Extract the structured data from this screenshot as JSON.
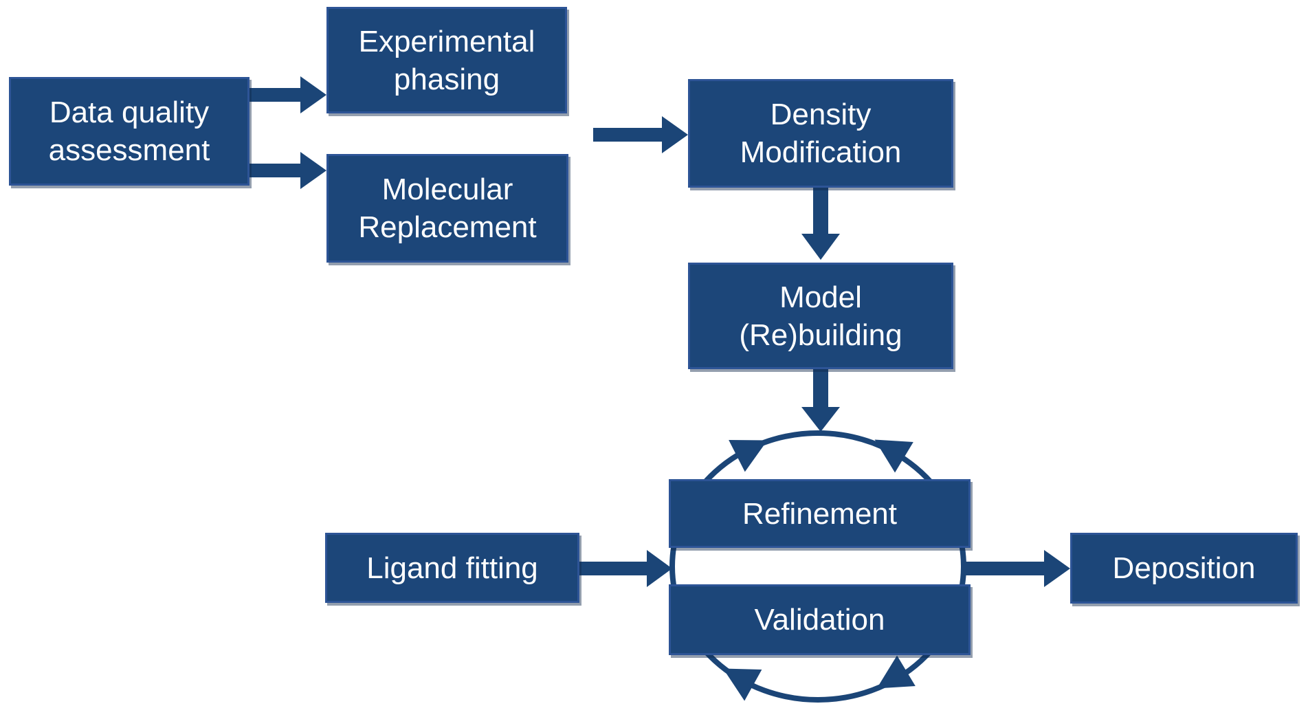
{
  "boxes": {
    "data_quality_assessment": {
      "label": "Data quality\nassessment"
    },
    "experimental_phasing": {
      "label": "Experimental\nphasing"
    },
    "molecular_replacement": {
      "label": "Molecular\nReplacement"
    },
    "density_modification": {
      "label": "Density\nModification"
    },
    "model_rebuilding": {
      "label": "Model\n(Re)building"
    },
    "refinement": {
      "label": "Refinement"
    },
    "validation": {
      "label": "Validation"
    },
    "ligand_fitting": {
      "label": "Ligand fitting"
    },
    "deposition": {
      "label": "Deposition"
    }
  },
  "connections": [
    {
      "from": "data_quality_assessment",
      "to": "experimental_phasing"
    },
    {
      "from": "data_quality_assessment",
      "to": "molecular_replacement"
    },
    {
      "from": "experimental_phasing / molecular_replacement",
      "to": "density_modification"
    },
    {
      "from": "density_modification",
      "to": "model_rebuilding"
    },
    {
      "from": "model_rebuilding",
      "to": "refinement_validation_cycle"
    },
    {
      "from": "ligand_fitting",
      "to": "refinement_validation_cycle"
    },
    {
      "from": "refinement_validation_cycle",
      "to": "deposition"
    }
  ],
  "cycle": {
    "members": [
      "refinement",
      "validation"
    ],
    "arrowhead_count": 4
  },
  "colors": {
    "background": "#ffffff",
    "box_fill": "#1c4679",
    "box_border": "#2d5496",
    "arrow": "#1b4577",
    "label_text": "#ffffff"
  }
}
